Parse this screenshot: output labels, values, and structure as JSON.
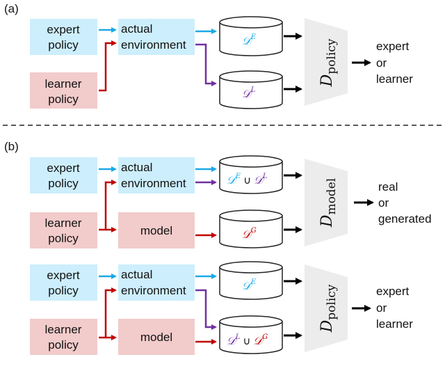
{
  "colors": {
    "blue_box": "#cdeefc",
    "pink_box": "#f2cbcb",
    "blue_arrow": "#1aa9e6",
    "red_arrow": "#c00000",
    "purple_arrow": "#7030a0",
    "black_arrow": "#000000",
    "trapezoid": "#ececec",
    "cylinder_stroke": "#222222"
  },
  "panel_a": {
    "label": "(a)",
    "expert_box": {
      "line1": "expert",
      "line2": "policy"
    },
    "learner_box": {
      "line1": "learner",
      "line2": "policy"
    },
    "env_box": {
      "line1": "actual",
      "line2": "environment"
    },
    "data_expert": {
      "symbol": "𝒟",
      "sup": "E"
    },
    "data_learner": {
      "symbol": "𝒟",
      "sup": "L"
    },
    "discriminator": {
      "main": "D",
      "sub": "policy"
    },
    "output": {
      "line1": "expert",
      "line2": "or",
      "line3": "learner"
    }
  },
  "panel_b": {
    "label": "(b)",
    "top": {
      "expert_box": {
        "line1": "expert",
        "line2": "policy"
      },
      "learner_box": {
        "line1": "learner",
        "line2": "policy"
      },
      "env_box": {
        "line1": "actual",
        "line2": "environment"
      },
      "model_box": {
        "label": "model"
      },
      "data_union": {
        "symbol_a": "𝒟",
        "sup_a": "E",
        "op": "∪",
        "symbol_b": "𝒟",
        "sup_b": "L"
      },
      "data_generated": {
        "symbol": "𝒟",
        "sup": "G"
      },
      "discriminator": {
        "main": "D",
        "sub": "model"
      },
      "output": {
        "line1": "real",
        "line2": "or",
        "line3": "generated"
      }
    },
    "bottom": {
      "expert_box": {
        "line1": "expert",
        "line2": "policy"
      },
      "learner_box": {
        "line1": "learner",
        "line2": "policy"
      },
      "env_box": {
        "line1": "actual",
        "line2": "environment"
      },
      "model_box": {
        "label": "model"
      },
      "data_expert": {
        "symbol": "𝒟",
        "sup": "E"
      },
      "data_union": {
        "symbol_a": "𝒟",
        "sup_a": "L",
        "op": "∪",
        "symbol_b": "𝒟",
        "sup_b": "G"
      },
      "discriminator": {
        "main": "D",
        "sub": "policy"
      },
      "output": {
        "line1": "expert",
        "line2": "or",
        "line3": "learner"
      }
    }
  }
}
